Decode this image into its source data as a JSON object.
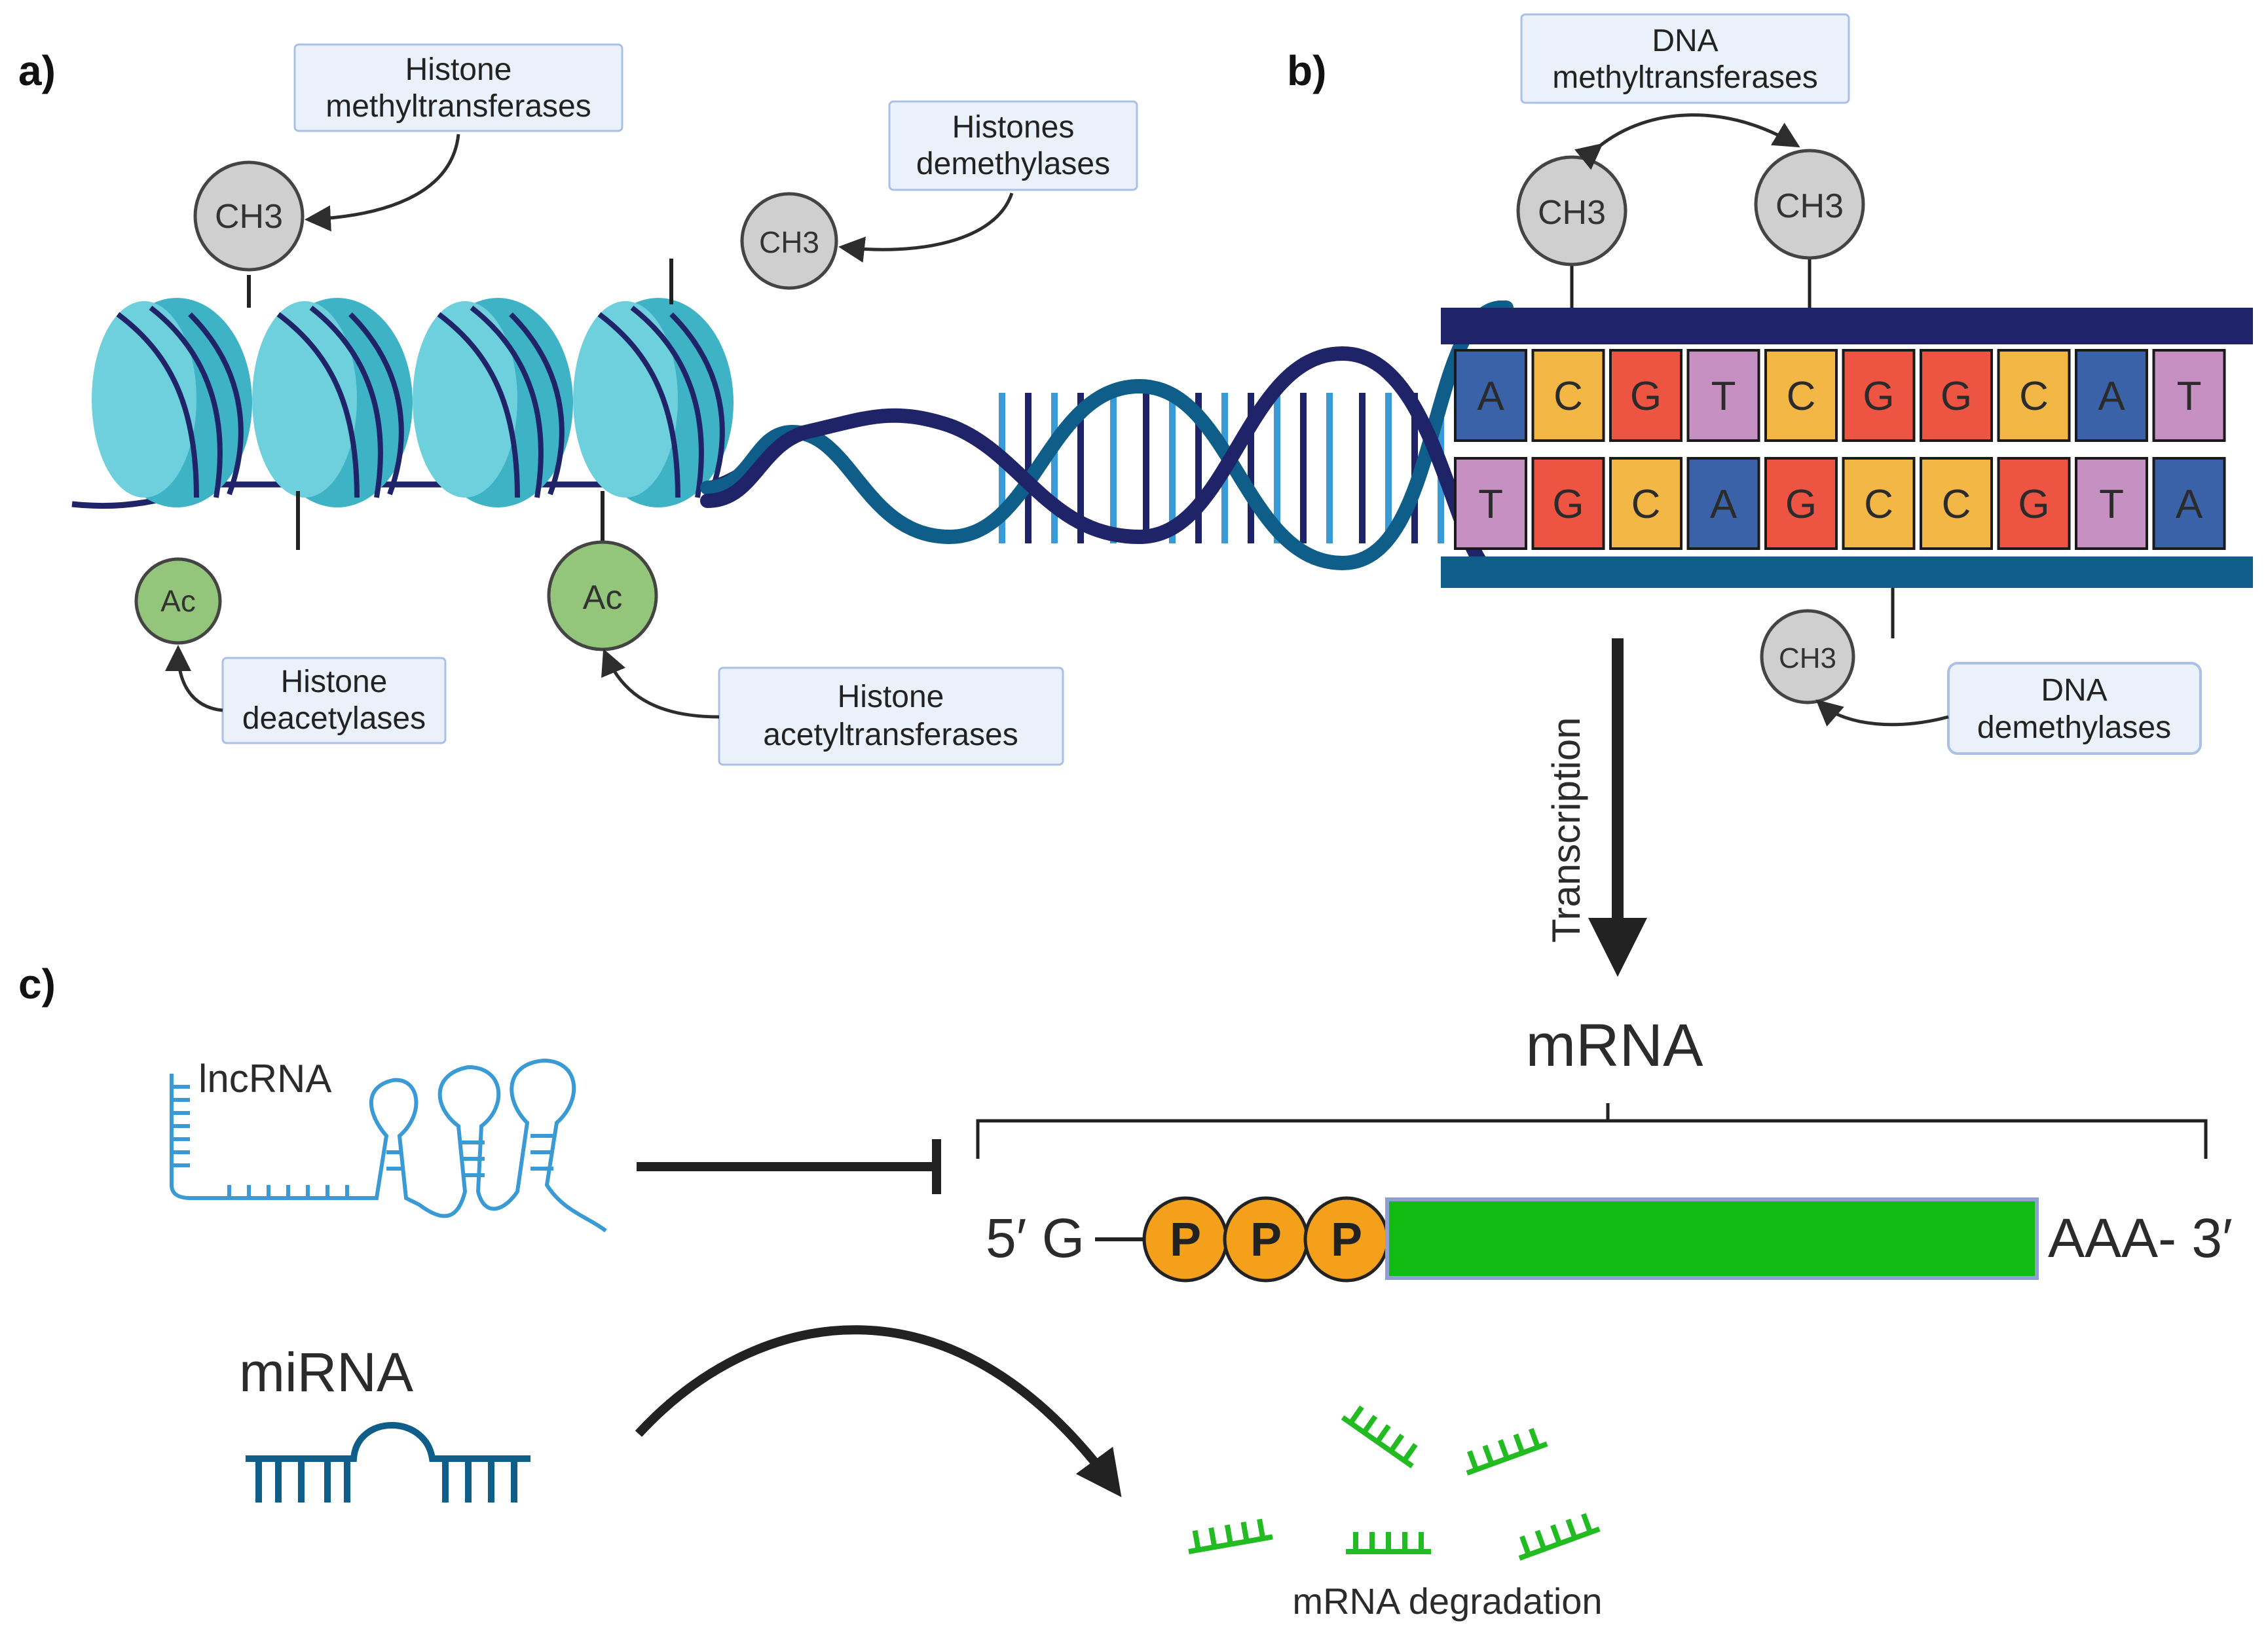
{
  "panels": {
    "a": "a)",
    "b": "b)",
    "c": "c)"
  },
  "enzymes": {
    "histone_methyltransferases": [
      "Histone",
      "methyltransferases"
    ],
    "histones_demethylases": [
      "Histones",
      "demethylases"
    ],
    "histone_deacetylases": [
      "Histone",
      "deacetylases"
    ],
    "histone_acetyltransferases": [
      "Histone",
      "acetyltransferases"
    ],
    "dna_methyltransferases": [
      "DNA",
      "methyltransferases"
    ],
    "dna_demethylases": [
      "DNA",
      "demethylases"
    ]
  },
  "marks": {
    "methyl": "CH3",
    "acetyl": "Ac"
  },
  "dna": {
    "top_strand": [
      "A",
      "C",
      "G",
      "T",
      "C",
      "G",
      "G",
      "C",
      "A",
      "T"
    ],
    "bottom_strand": [
      "T",
      "G",
      "C",
      "A",
      "G",
      "C",
      "C",
      "G",
      "T",
      "A"
    ],
    "base_colors": {
      "A": "#3a62a8",
      "C": "#f2b744",
      "G": "#ee5442",
      "T": "#c691c2"
    }
  },
  "transcription": "Transcription",
  "mrna": {
    "title": "mRNA",
    "five_prime": "5′ G",
    "phosphate": "P",
    "three_prime": "AAA- 3′",
    "degradation": "mRNA degradation"
  },
  "ncrna": {
    "lncrna": "lncRNA",
    "mirna": "miRNA"
  },
  "colors": {
    "nucleosome": "#54c2d2",
    "dna_dark": "#1f2468",
    "dna_mid": "#0f5e8a",
    "ch3_fill": "#cfcfcf",
    "ac_fill": "#93c67b",
    "box_fill": "#eaf1fb",
    "box_stroke": "#a9c1e6",
    "mrna_body": "#11bb11",
    "phosphate": "#f5a01a",
    "fragment": "#22bb22",
    "lncrna": "#3a9ad6",
    "mirna": "#0f5e8a"
  }
}
